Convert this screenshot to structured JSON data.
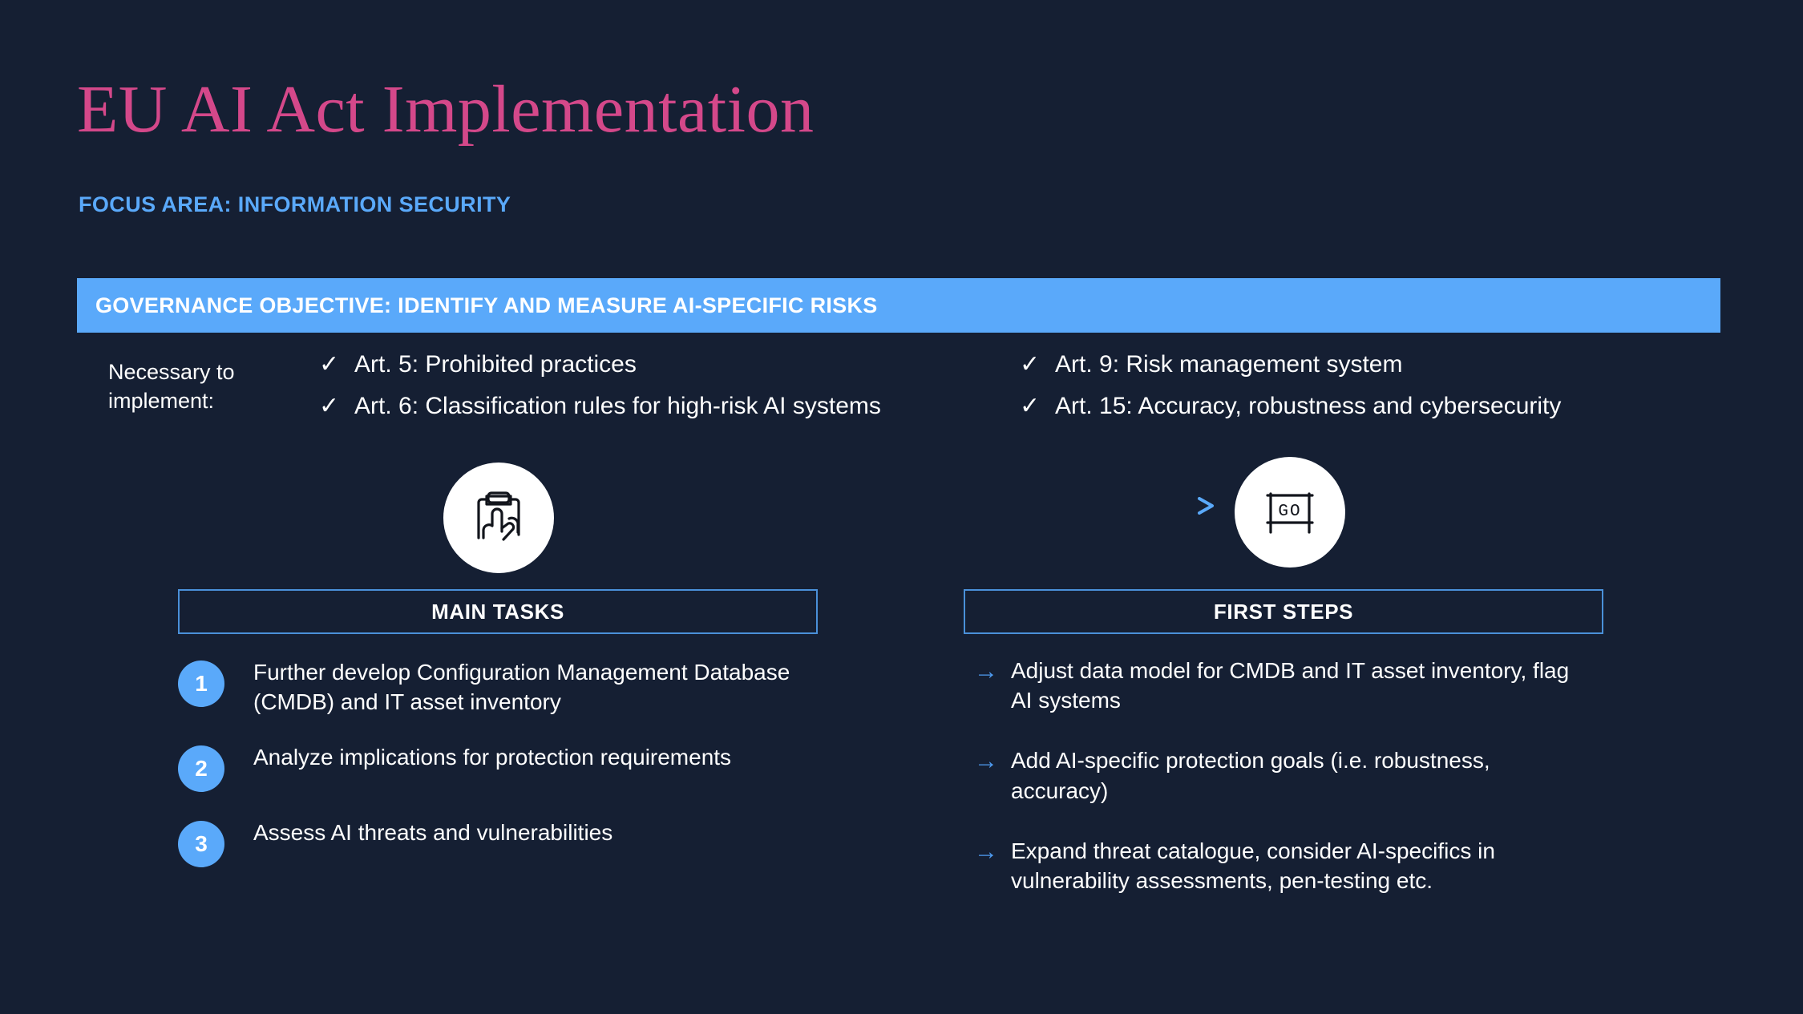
{
  "header": {
    "title": "EU AI Act Implementation",
    "subtitle": "FOCUS AREA: INFORMATION SECURITY"
  },
  "banner": {
    "text": "GOVERNANCE OBJECTIVE: IDENTIFY AND MEASURE AI-SPECIFIC RISKS",
    "background_color": "#5aa9fa",
    "text_color": "#ffffff"
  },
  "necessary": {
    "label": "Necessary to implement:",
    "check_glyph": "✓",
    "left_items": [
      "Art. 5: Prohibited practices",
      "Art. 6: Classification rules for high-risk AI systems"
    ],
    "right_items": [
      "Art. 9: Risk management system",
      "Art. 15: Accuracy, robustness and cybersecurity"
    ]
  },
  "flow": {
    "start_icon": "clipboard-in-hand-icon",
    "end_icon": "go-sign-icon",
    "end_icon_label": "GO",
    "connector": "dashed-arrow",
    "connector_start_color": "#d4488a",
    "connector_end_color": "#5aa9fa"
  },
  "columns": {
    "main_tasks": {
      "heading": "MAIN TASKS",
      "items": [
        {
          "number": "1",
          "text": "Further develop Configuration Management Database (CMDB) and IT asset inventory"
        },
        {
          "number": "2",
          "text": "Analyze implications for protection requirements"
        },
        {
          "number": "3",
          "text": "Assess AI threats and vulnerabilities"
        }
      ]
    },
    "first_steps": {
      "heading": "FIRST STEPS",
      "arrow_glyph": "→",
      "items": [
        "Adjust data model for CMDB and IT asset inventory, flag AI systems",
        "Add AI-specific protection goals (i.e. robustness, accuracy)",
        "Expand threat catalogue, consider AI-specifics in vulnerability assessments, pen-testing etc."
      ]
    }
  },
  "colors": {
    "background": "#151f33",
    "accent_pink": "#d4488a",
    "accent_blue": "#5aa9fa",
    "border_blue": "#4a90d9",
    "text_white": "#ffffff"
  }
}
